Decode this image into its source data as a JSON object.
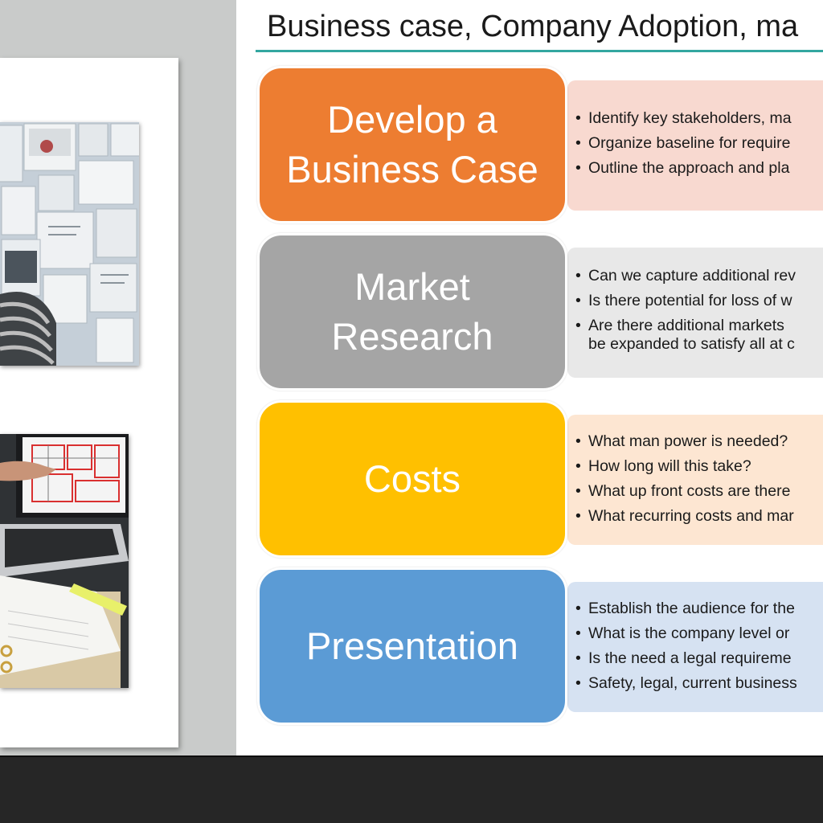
{
  "slide": {
    "title": "Business case, Company Adoption, ma",
    "colors": {
      "title_rule": "#33a7a0"
    }
  },
  "rows": [
    {
      "label": "Develop a\nBusiness Case",
      "color": "#ed7d31",
      "box_color": "#f8d9d0",
      "bullets": [
        "Identify key stakeholders, ma",
        "Organize baseline for require",
        "Outline the approach and pla"
      ]
    },
    {
      "label": "Market\nResearch",
      "color": "#a5a5a5",
      "box_color": "#e8e8e8",
      "bullets": [
        "Can we capture additional rev",
        "Is there potential for loss of w",
        "Are there additional markets",
        "be expanded to satisfy all at c"
      ]
    },
    {
      "label": "Costs",
      "color": "#ffc000",
      "box_color": "#fde6d2",
      "bullets": [
        "What man power is needed?",
        "How long will this take?",
        "What up front costs are there",
        "What recurring costs and mar"
      ]
    },
    {
      "label": "Presentation",
      "color": "#5b9bd5",
      "box_color": "#d6e2f2",
      "bullets": [
        "Establish the audience for the",
        "What is the company level or",
        "Is the need a legal requireme",
        "Safety, legal, current business"
      ]
    }
  ],
  "images": {
    "photo_1": "office-wall-sketches-photo",
    "photo_2": "laptop-floorplan-photo"
  }
}
